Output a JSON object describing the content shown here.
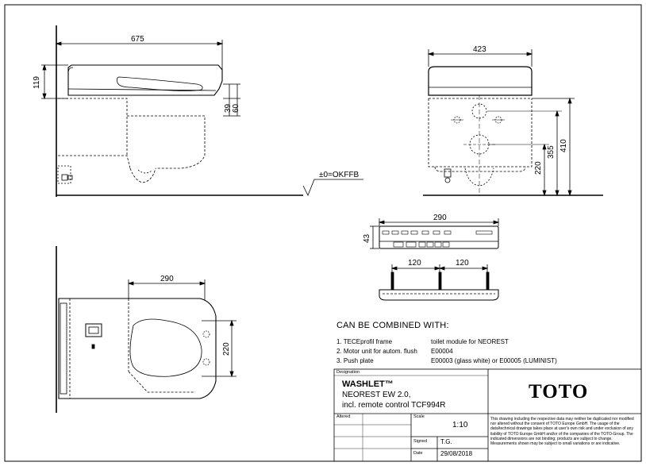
{
  "dimensions": {
    "side_width": "675",
    "side_height_119": "119",
    "side_39": "39",
    "side_60": "60",
    "front_width": "423",
    "front_410": "410",
    "front_355": "355",
    "front_220": "220",
    "floor_label": "±0=OKFFB",
    "remote_width": "290",
    "remote_height": "43",
    "remote_spacing_left": "120",
    "remote_spacing_right": "120",
    "top_width": "290",
    "top_220": "220"
  },
  "combination": {
    "heading": "CAN BE COMBINED WITH:",
    "items": [
      {
        "label": "1.  TECEprofil frame",
        "value": "toilet module for NEOREST"
      },
      {
        "label": "2.  Motor unit for autom. flush",
        "value": "E00004"
      },
      {
        "label": "3.  Push plate",
        "value": "E00003 (glass white) or E00005 (LUMINIST)"
      }
    ]
  },
  "title_block": {
    "designation_label": "Designation",
    "product": "WASHLET™",
    "model_line1": "NEOREST EW 2.0,",
    "model_line2": "incl. remote control TCF994R",
    "logo": "TOTO",
    "altered_label": "Altered",
    "scale_label": "Scale",
    "scale_value": "1:10",
    "signed_label": "Signed",
    "signed_value": "T.G.",
    "date_label": "Date",
    "date_value": "29/08/2018",
    "disclaimer": "This drawing including the respective data may neither be duplicated nor modified nor altered without the consent of TOTO Europe GmbH. The usage of the data/technical drawings takes place at user's own risk and under exclusion of any liability of TOTO Europe GmbH and/or of the companies of the TOTO-Group. The indicated dimensions are not binding; products are subject to change. Measurements shown may be subject to small variations or are indicative."
  }
}
